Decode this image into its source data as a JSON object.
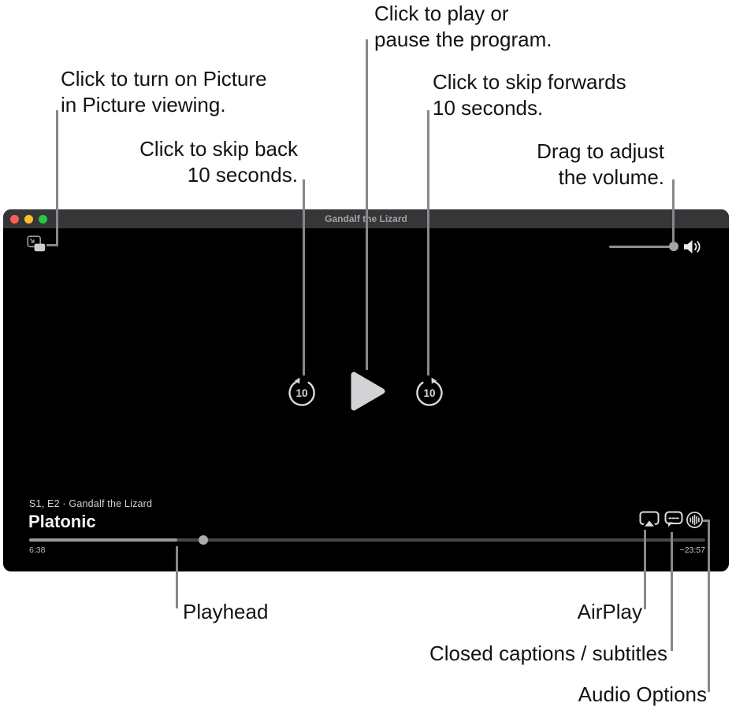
{
  "callouts": {
    "pip": {
      "line1": "Click to turn on Picture",
      "line2": "in Picture viewing."
    },
    "play_pause": {
      "line1": "Click to play or",
      "line2": "pause the program."
    },
    "skip_back": {
      "line1": "Click to skip back",
      "line2": "10 seconds."
    },
    "skip_forward": {
      "line1": "Click to skip forwards",
      "line2": "10 seconds."
    },
    "volume": {
      "line1": "Drag to adjust",
      "line2": "the volume."
    },
    "playhead": "Playhead",
    "airplay": "AirPlay",
    "closed_captions": "Closed captions / subtitles",
    "audio_options": "Audio Options"
  },
  "player": {
    "window_title": "Gandalf the Lizard",
    "now_playing": {
      "episode_info": "S1, E2 · Gandalf the Lizard",
      "show_title": "Platonic"
    },
    "transport": {
      "elapsed": "6:38",
      "remaining": "−23:57",
      "skip_seconds": "10",
      "progress_percent": 22
    },
    "icon_names": {
      "pip": "picture-in-picture-icon",
      "volume": "speaker-volume-icon",
      "skip_back": "skip-back-10-icon",
      "play": "play-triangle-icon",
      "skip_forward": "skip-forward-10-icon",
      "airplay": "airplay-icon",
      "closed_captions": "speech-bubble-icon",
      "audio_options": "audio-waveform-icon"
    },
    "colors": {
      "titlebar": "#363638",
      "video_background": "#000000",
      "control_tint": "#d9d9db",
      "traffic_red": "#ff5f57",
      "traffic_yellow": "#febc2e",
      "traffic_green": "#28c840",
      "progress_played": "#98989d",
      "progress_remaining": "#47474a",
      "callout_line": "#87888c"
    }
  }
}
